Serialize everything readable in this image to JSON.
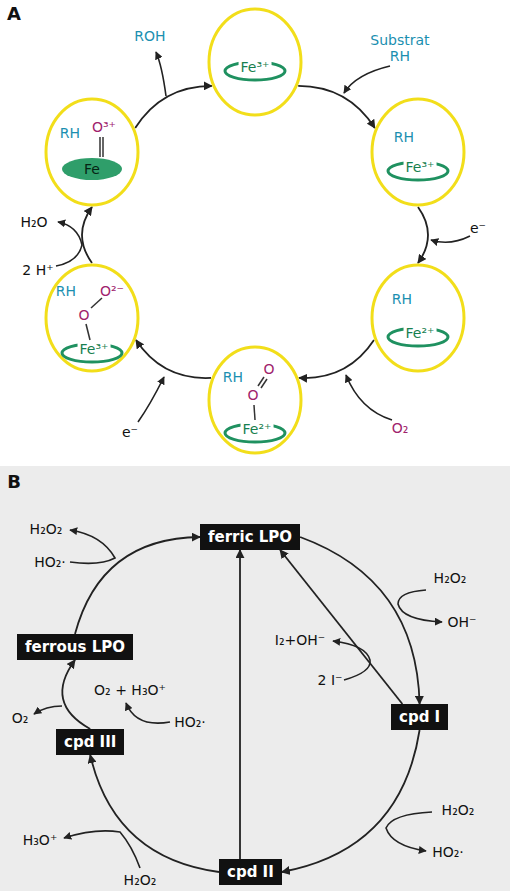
{
  "diagram": {
    "nodes": [
      {
        "text": [
          "Fe³⁺"
        ]
      },
      {
        "text": [
          "RH",
          "Fe³⁺"
        ]
      },
      {
        "text": [
          "RH",
          "Fe²⁺"
        ]
      },
      {
        "text": [
          "RH",
          "O",
          "O",
          "Fe²⁺"
        ]
      },
      {
        "text": [
          "RH",
          "O",
          "O²⁻",
          "Fe³⁺"
        ]
      },
      {
        "text": [
          "RH",
          "O³⁺",
          "Fe"
        ]
      },
      {
        "text": [
          "ferric LPO"
        ]
      },
      {
        "text": [
          "ferrous LPO"
        ]
      },
      {
        "text": [
          "cpd I"
        ]
      },
      {
        "text": [
          "cpd III"
        ]
      },
      {
        "text": [
          "cpd II"
        ]
      }
    ],
    "edges": [
      {
        "from": 0,
        "to": 1,
        "arrow": "to"
      },
      {
        "from": 1,
        "to": 2,
        "arrow": "to"
      },
      {
        "from": 2,
        "to": 3,
        "arrow": "to"
      },
      {
        "from": 3,
        "to": 4,
        "arrow": "to"
      },
      {
        "from": 4,
        "to": 5,
        "arrow": "to"
      },
      {
        "from": 5,
        "to": 0,
        "arrow": "to"
      },
      {
        "from": 6,
        "to": 8,
        "arrow": "to"
      },
      {
        "from": 8,
        "to": 6,
        "arrow": "to"
      },
      {
        "from": 8,
        "to": 10,
        "arrow": "to"
      },
      {
        "from": 10,
        "to": 6,
        "arrow": "to"
      },
      {
        "from": 10,
        "to": 9,
        "arrow": "to"
      },
      {
        "from": 9,
        "to": 7,
        "arrow": "to"
      },
      {
        "from": 7,
        "to": 6,
        "arrow": "to"
      }
    ],
    "labels": [
      "A",
      "ROH",
      "Substrat RH",
      "e⁻",
      "O₂",
      "e⁻",
      "H₂O",
      "2 H⁺",
      "B",
      "H₂O₂",
      "HO₂·",
      "H₂O₂",
      "OH⁻",
      "I₂+OH⁻",
      "2 I⁻",
      "H₂O₂",
      "HO₂·",
      "H₂O₂",
      "H₃O⁺",
      "O₂",
      "O₂ + H₃O⁺",
      "HO₂·"
    ]
  }
}
